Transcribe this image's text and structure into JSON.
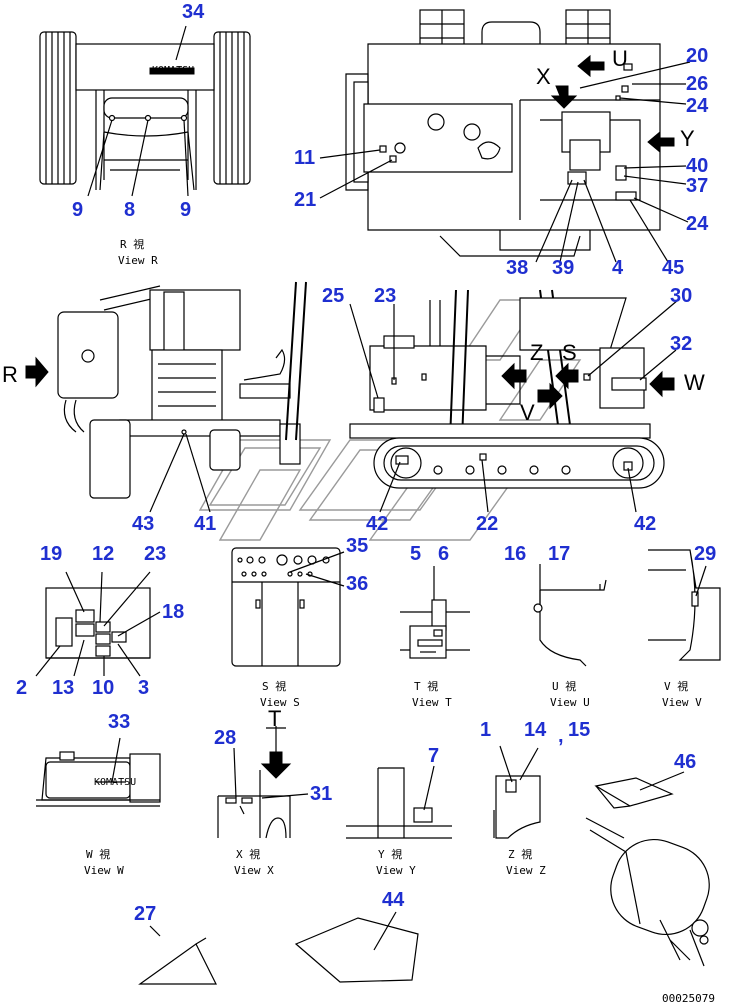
{
  "drawing_number": "00025079",
  "logo_text": "KOMATSU",
  "letters": {
    "X": "X",
    "U": "U",
    "Y": "Y",
    "R": "R",
    "Z": "Z",
    "V": "V",
    "S": "S",
    "W": "W",
    "T": "T"
  },
  "views": {
    "R": {
      "jp": "R 視",
      "en": "View R"
    },
    "S": {
      "jp": "S 視",
      "en": "View S"
    },
    "T": {
      "jp": "T 視",
      "en": "View T"
    },
    "U": {
      "jp": "U 視",
      "en": "View U"
    },
    "V": {
      "jp": "V 視",
      "en": "View V"
    },
    "W": {
      "jp": "W 視",
      "en": "View W"
    },
    "X": {
      "jp": "X 視",
      "en": "View X"
    },
    "Y": {
      "jp": "Y 視",
      "en": "View Y"
    },
    "Z": {
      "jp": "Z 視",
      "en": "View Z"
    }
  },
  "parts": {
    "p34": "34",
    "p9a": "9",
    "p8": "8",
    "p9b": "9",
    "p20": "20",
    "p26": "26",
    "p24a": "24",
    "p11": "11",
    "p21": "21",
    "p40": "40",
    "p37": "37",
    "p24b": "24",
    "p38": "38",
    "p39": "39",
    "p4": "4",
    "p45": "45",
    "p25": "25",
    "p23a": "23",
    "p30": "30",
    "p32": "32",
    "p43": "43",
    "p41": "41",
    "p42a": "42",
    "p22": "22",
    "p42b": "42",
    "p19": "19",
    "p12": "12",
    "p23b": "23",
    "p18": "18",
    "p2": "2",
    "p13": "13",
    "p10": "10",
    "p3": "3",
    "p35": "35",
    "p36": "36",
    "p5": "5",
    "p6": "6",
    "p16": "16",
    "p17": "17",
    "p29": "29",
    "p33": "33",
    "p28": "28",
    "p31": "31",
    "p7": "7",
    "p1": "1",
    "p14": "14",
    "p15": "15",
    "p46": "46",
    "p27": "27",
    "p44": "44"
  }
}
